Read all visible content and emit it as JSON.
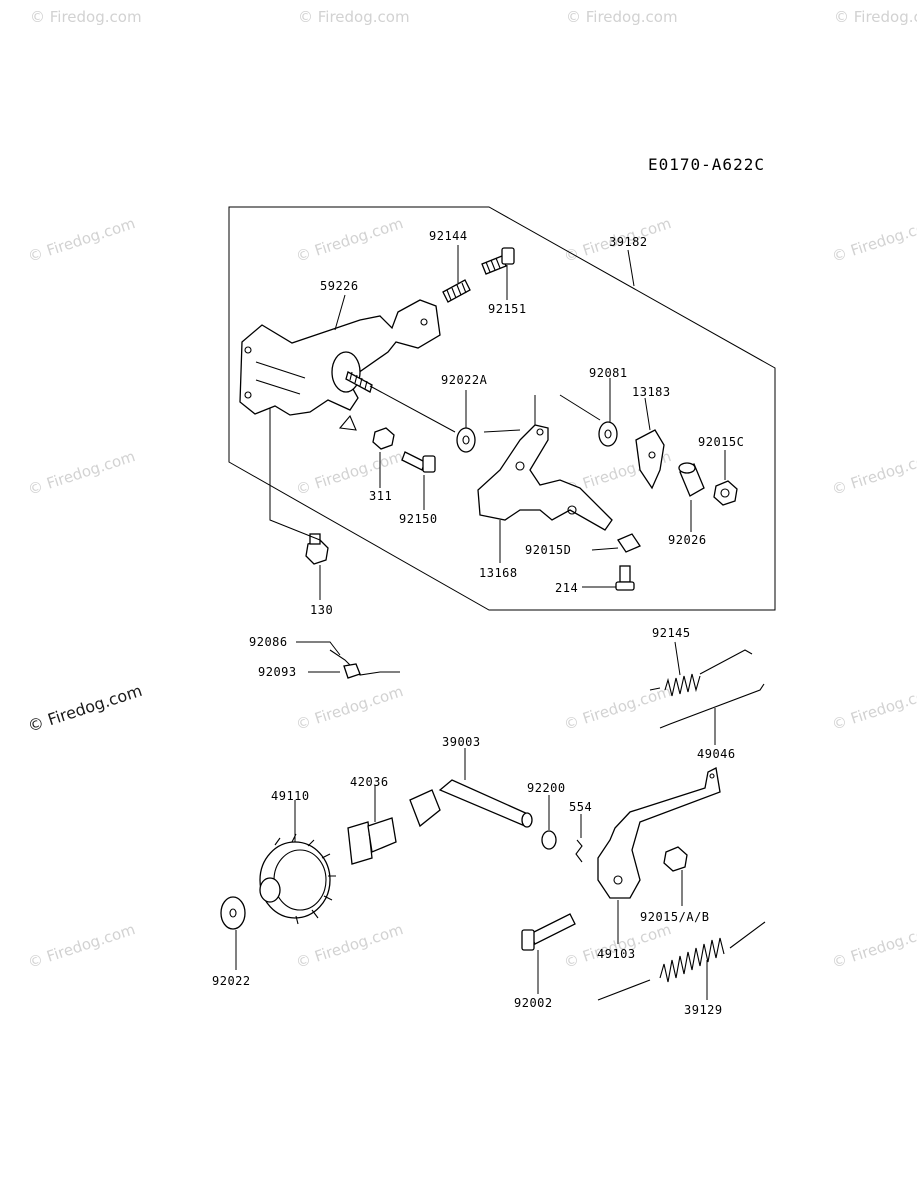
{
  "diagram_code": "E0170-A622C",
  "watermark": {
    "text": "© Firedog.com",
    "featured_text": "© Firedog.com"
  },
  "part_labels": {
    "p92144": "92144",
    "p39182": "39182",
    "p59226": "59226",
    "p92151": "92151",
    "p92022A": "92022A",
    "p92081": "92081",
    "p13183": "13183",
    "p92015C": "92015C",
    "p311": "311",
    "p92150": "92150",
    "p92026": "92026",
    "p92015D": "92015D",
    "p13168": "13168",
    "p214": "214",
    "p130": "130",
    "p92086": "92086",
    "p92093": "92093",
    "p92145": "92145",
    "p49046": "49046",
    "p39003": "39003",
    "p49110": "49110",
    "p42036": "42036",
    "p92200": "92200",
    "p554": "554",
    "p92015AB": "92015/A/B",
    "p49103": "49103",
    "p92022": "92022",
    "p92002": "92002",
    "p39129": "39129"
  }
}
